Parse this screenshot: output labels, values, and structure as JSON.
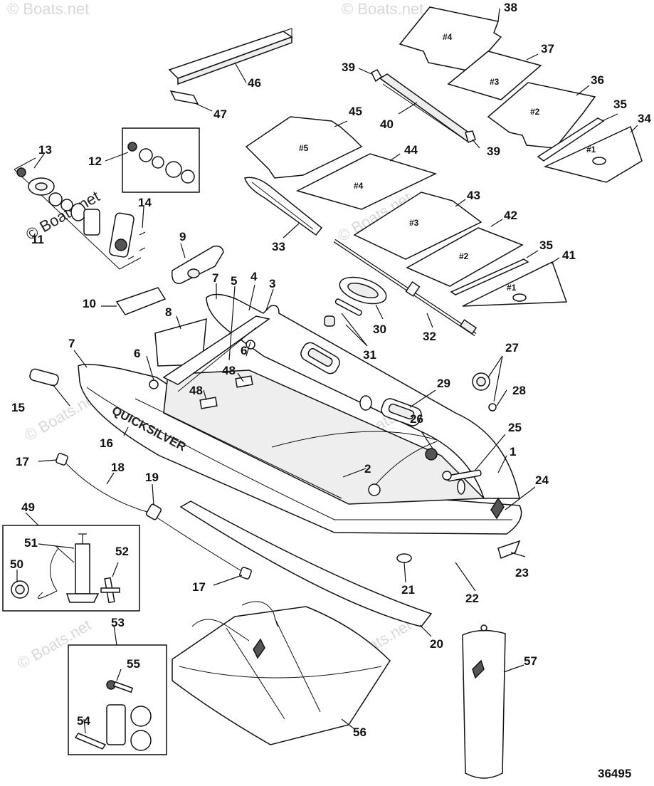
{
  "diagram_id": "36495",
  "watermark": "© Boats.net",
  "brand_text": "QUICKSILVER",
  "floor_board_labels": {
    "board_5": "#5",
    "board_4": "#4",
    "board_3": "#3",
    "board_2": "#2",
    "board_1": "#1",
    "alt_board_4": "#4",
    "alt_board_3": "#3",
    "alt_board_2": "#2",
    "alt_board_1": "#1"
  },
  "callouts": {
    "c1": "1",
    "c2": "2",
    "c3": "3",
    "c4": "4",
    "c5": "5",
    "c6a": "6",
    "c6b": "6",
    "c7a": "7",
    "c7b": "7",
    "c8": "8",
    "c9": "9",
    "c10": "10",
    "c11": "11",
    "c12": "12",
    "c13": "13",
    "c14": "14",
    "c15": "15",
    "c16": "16",
    "c17a": "17",
    "c17b": "17",
    "c18": "18",
    "c19": "19",
    "c20": "20",
    "c21": "21",
    "c22": "22",
    "c23": "23",
    "c24": "24",
    "c25": "25",
    "c26": "26",
    "c27": "27",
    "c28": "28",
    "c29": "29",
    "c30": "30",
    "c31": "31",
    "c32": "32",
    "c33": "33",
    "c34": "34",
    "c35a": "35",
    "c35b": "35",
    "c36": "36",
    "c37": "37",
    "c38": "38",
    "c39a": "39",
    "c39b": "39",
    "c40": "40",
    "c41": "41",
    "c42": "42",
    "c43": "43",
    "c44": "44",
    "c45": "45",
    "c46": "46",
    "c47": "47",
    "c48a": "48",
    "c48b": "48",
    "c49": "49",
    "c50": "50",
    "c51": "51",
    "c52": "52",
    "c53": "53",
    "c54": "54",
    "c55": "55",
    "c56": "56",
    "c57": "57"
  }
}
